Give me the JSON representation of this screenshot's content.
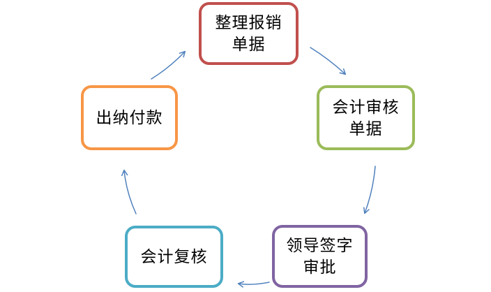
{
  "diagram": {
    "title": "expense-reimbursement-cycle",
    "background_color": "#ffffff",
    "arrow_color": "#4f81bd",
    "text_color": "#000000",
    "nodes": [
      {
        "id": "organize",
        "line1": "整理报销",
        "line2": "单据",
        "full_label": "整理报销单据",
        "border_color": "#c0504d",
        "position": "top"
      },
      {
        "id": "audit",
        "line1": "会计审核",
        "line2": "单据",
        "full_label": "会计审核单据",
        "border_color": "#9bbb59",
        "position": "right"
      },
      {
        "id": "approve",
        "line1": "领导签字",
        "line2": "审批",
        "full_label": "领导签字审批",
        "border_color": "#8064a2",
        "position": "bottom-right"
      },
      {
        "id": "recheck",
        "line1": "会计复核",
        "line2": "",
        "full_label": "会计复核",
        "border_color": "#4bacc6",
        "position": "bottom-left"
      },
      {
        "id": "pay",
        "line1": "出纳付款",
        "line2": "",
        "full_label": "出纳付款",
        "border_color": "#f79646",
        "position": "left"
      }
    ],
    "edges": [
      {
        "from": "pay",
        "to": "organize"
      },
      {
        "from": "organize",
        "to": "audit"
      },
      {
        "from": "audit",
        "to": "approve"
      },
      {
        "from": "approve",
        "to": "recheck"
      },
      {
        "from": "recheck",
        "to": "pay"
      }
    ]
  }
}
